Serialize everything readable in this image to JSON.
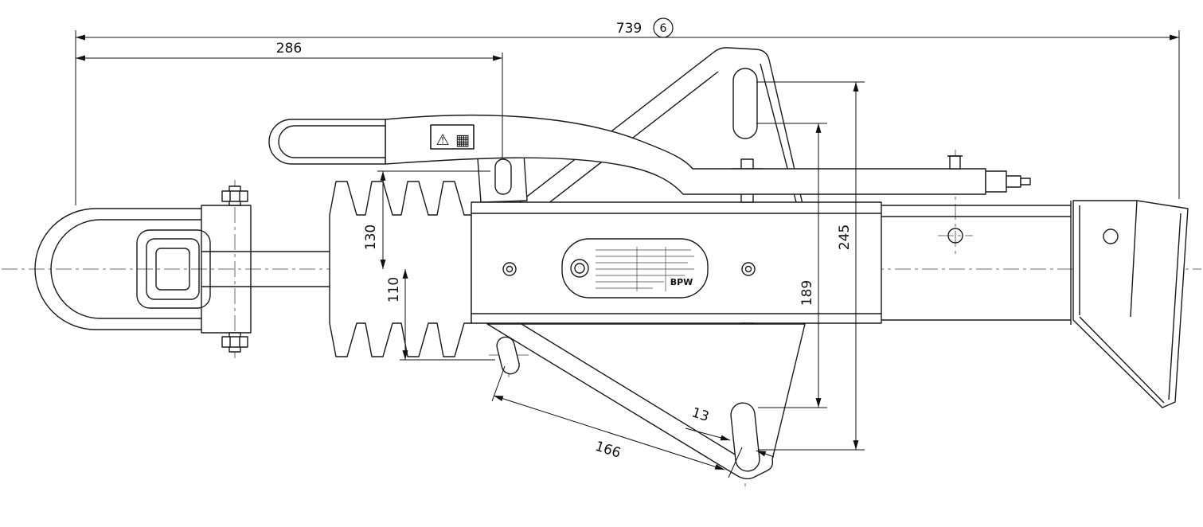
{
  "plate": {
    "brand": "BPW"
  },
  "balloon": {
    "number": "6"
  },
  "dimensions": {
    "overall_length": "739",
    "front_section": "286",
    "upper_offset": "130",
    "lower_offset": "110",
    "slot_outer_span": "245",
    "slot_inner_span": "189",
    "bottom_slot_span": "166",
    "slot_width": "13"
  },
  "icons": {
    "warning_triangle": "⚠",
    "hatch_square": "▦"
  },
  "colors": {
    "line": "#1a1a1a",
    "dimension": "#111111",
    "background": "#ffffff"
  }
}
